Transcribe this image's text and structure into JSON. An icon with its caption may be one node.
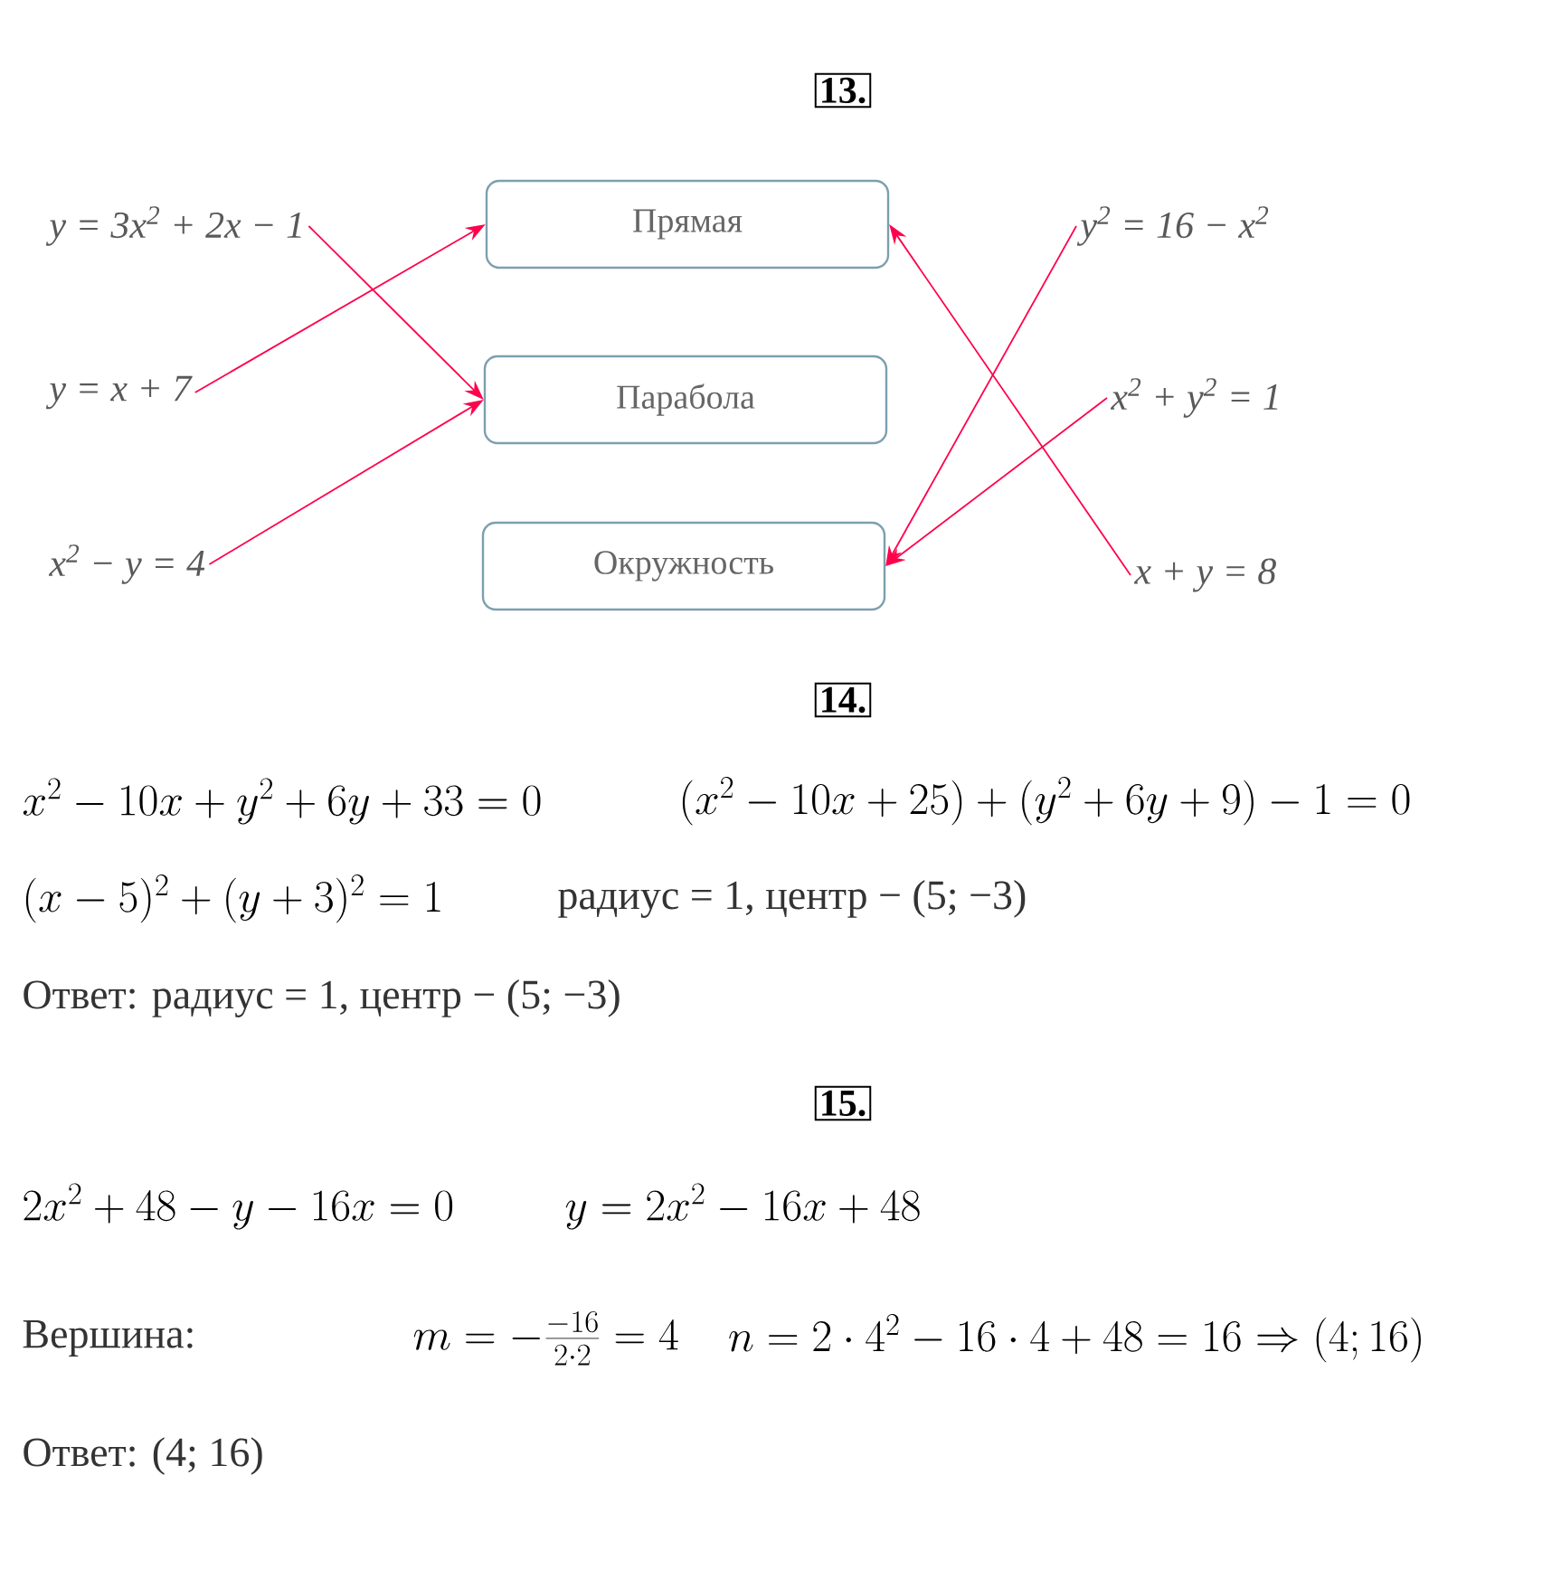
{
  "diagram": {
    "nodes": [
      {
        "text": [
          "Прямая"
        ]
      },
      {
        "text": [
          "Парабола"
        ]
      },
      {
        "text": [
          "Окружность"
        ]
      },
      {
        "text": [
          "y = 3x$^{2}$ + 2x − 1"
        ]
      },
      {
        "text": [
          "y = x + 7"
        ]
      },
      {
        "text": [
          "x$^{2}$ − y = 4"
        ]
      },
      {
        "text": [
          "y$^{2}$ = 16 − x$^{2}$"
        ]
      },
      {
        "text": [
          "x$^{2}$ + y$^{2}$ = 1"
        ]
      },
      {
        "text": [
          "x + y = 8"
        ]
      }
    ],
    "edges": [
      {
        "from": 3,
        "to": 1,
        "arrow": "to"
      },
      {
        "from": 4,
        "to": 0,
        "arrow": "to"
      },
      {
        "from": 5,
        "to": 1,
        "arrow": "to"
      },
      {
        "from": 6,
        "to": 2,
        "arrow": "to"
      },
      {
        "from": 7,
        "to": 2,
        "arrow": "to"
      },
      {
        "from": 8,
        "to": 0,
        "arrow": "to"
      }
    ],
    "labels": [
      "13.",
      "14.",
      "x^2-10x+y^2+6y+33=0",
      "(x^2-10x+25)+(y^2+6y+9)-1=0",
      "(x-5)^2+(y+3)^2=1",
      "радиус = 1, центр − (5; −3)",
      "Ответ: радиус = 1, центр − (5; −3)",
      "15.",
      "2x^2+48-y-16x=0",
      "y=2x^2-16x+48",
      "Вершина:",
      "m=-\\frac{-16}{2\\cdot 2}=4",
      "n=2\\cdot 4^2-16\\cdot 4+48=16\\Rightarrow(4;16)",
      "Ответ: (4; 16)"
    ]
  }
}
